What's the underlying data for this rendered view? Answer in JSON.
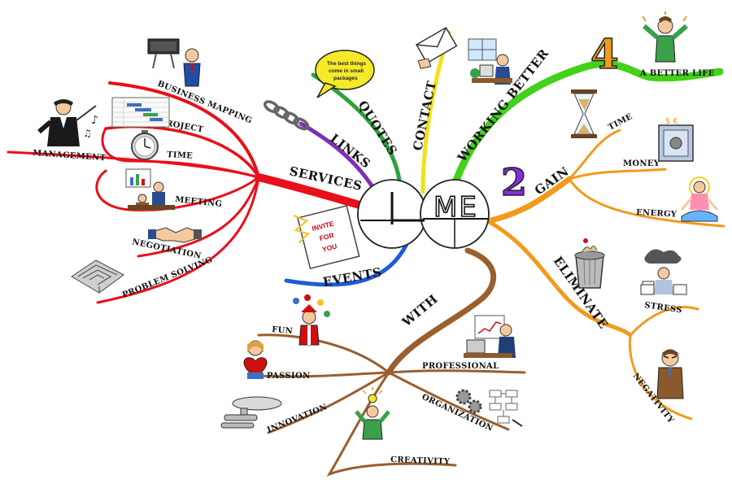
{
  "center": {
    "left_letter": "L",
    "right_text": "ME"
  },
  "colors": {
    "services": "#e8101a",
    "events": "#1e5bd6",
    "links": "#7d2fb5",
    "quotes": "#2ba33a",
    "contact": "#f0e21b",
    "working": "#43d11c",
    "gain": "#f29a1c",
    "with": "#9b5e2d"
  },
  "branches": {
    "services": {
      "label": "SERVICES",
      "children": [
        "BUSINESS MAPPING",
        "PROJECT",
        "MANAGEMENT",
        "TIME",
        "MEETING",
        "NEGOTIATION",
        "PROBLEM SOLVING"
      ]
    },
    "events": {
      "label": "EVENTS",
      "card": [
        "INVITE",
        "FOR",
        "YOU"
      ]
    },
    "links": {
      "label": "LINKS"
    },
    "quotes": {
      "label": "QUOTES",
      "bubble": [
        "The best things",
        "come in small",
        "packages"
      ]
    },
    "contact": {
      "label": "CONTACT"
    },
    "working": {
      "label": "WORKING BETTER",
      "children": [
        "A BETTER LIFE"
      ],
      "number": "4"
    },
    "gain": {
      "label": "GAIN",
      "number": "2",
      "children": [
        "TIME",
        "MONEY",
        "ENERGY"
      ]
    },
    "eliminate": {
      "label": "ELIMINATE",
      "children": [
        "STRESS",
        "NEGATIVITY"
      ]
    },
    "with": {
      "label": "WITH",
      "children": [
        "FUN",
        "PASSION",
        "INNOVATION",
        "CREATIVITY",
        "PROFESSIONAL",
        "ORGANIZATION"
      ]
    }
  },
  "icons": {
    "chain": "chain-links-icon",
    "envelope": "envelope-icon",
    "computer_worker": "computer-worker-icon",
    "cheering_man": "cheering-man-icon",
    "hourglass": "hourglass-icon",
    "safe": "money-safe-icon",
    "meditating": "meditating-woman-icon",
    "trash": "trash-can-icon",
    "stressed": "stressed-worker-icon",
    "angry_man": "angry-man-icon",
    "professional": "professional-at-desk-icon",
    "gears": "gears-flowchart-icon",
    "idea_man": "idea-man-icon",
    "starship": "starship-icon",
    "heart_girl": "heart-hugging-girl-icon",
    "juggler": "juggling-jester-icon",
    "maze": "maze-icon",
    "handshake": "handshake-icon",
    "meeting": "meeting-room-icon",
    "stopwatch": "stopwatch-icon",
    "gantt": "gantt-chart-icon",
    "conductor": "conductor-icon",
    "presenter": "presenter-icon"
  }
}
